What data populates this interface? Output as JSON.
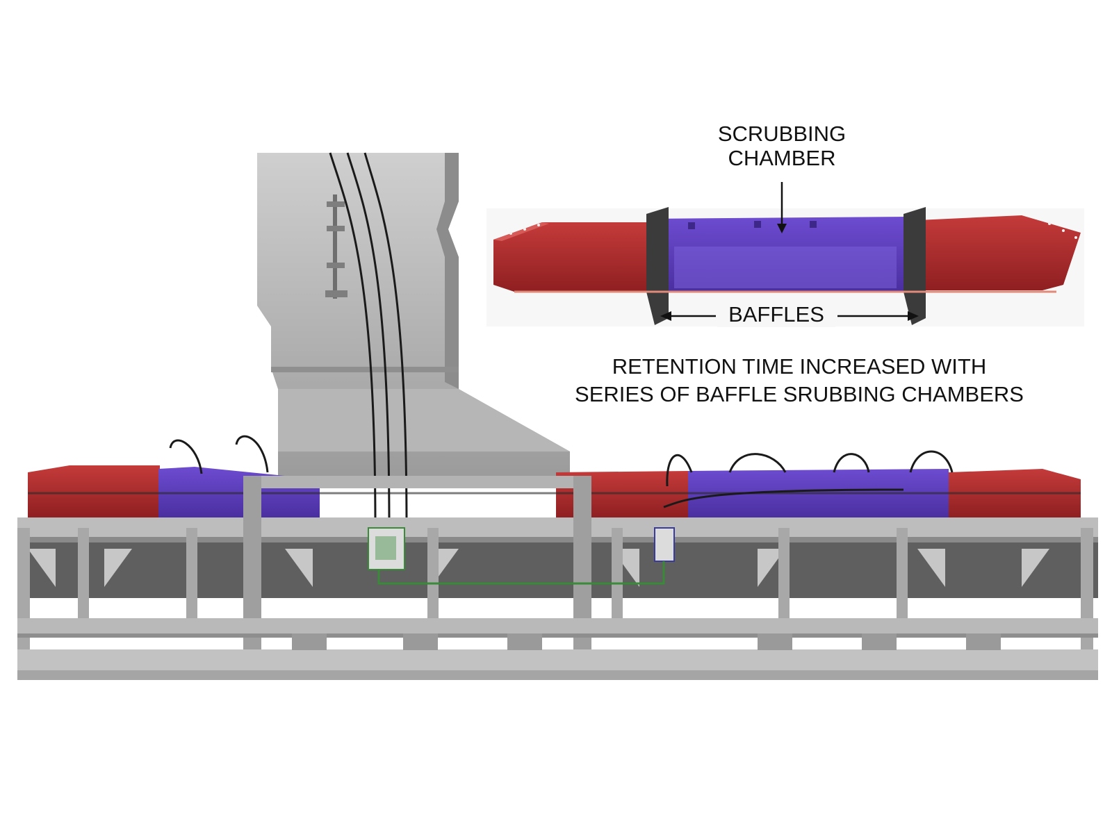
{
  "labels": {
    "scrubbing_line1": "SCRUBBING",
    "scrubbing_line2": "CHAMBER",
    "baffles": "BAFFLES",
    "retention_line1": "RETENTION TIME INCREASED WITH",
    "retention_line2": "SERIES OF BAFFLE SRUBBING CHAMBERS"
  },
  "colors": {
    "chute_red": "#b0282a",
    "chamber_purple": "#5a3ab8",
    "steel_gray": "#a9a9a9",
    "cable_black": "#1a1a1a",
    "conduit_green": "#3a8a3a"
  }
}
